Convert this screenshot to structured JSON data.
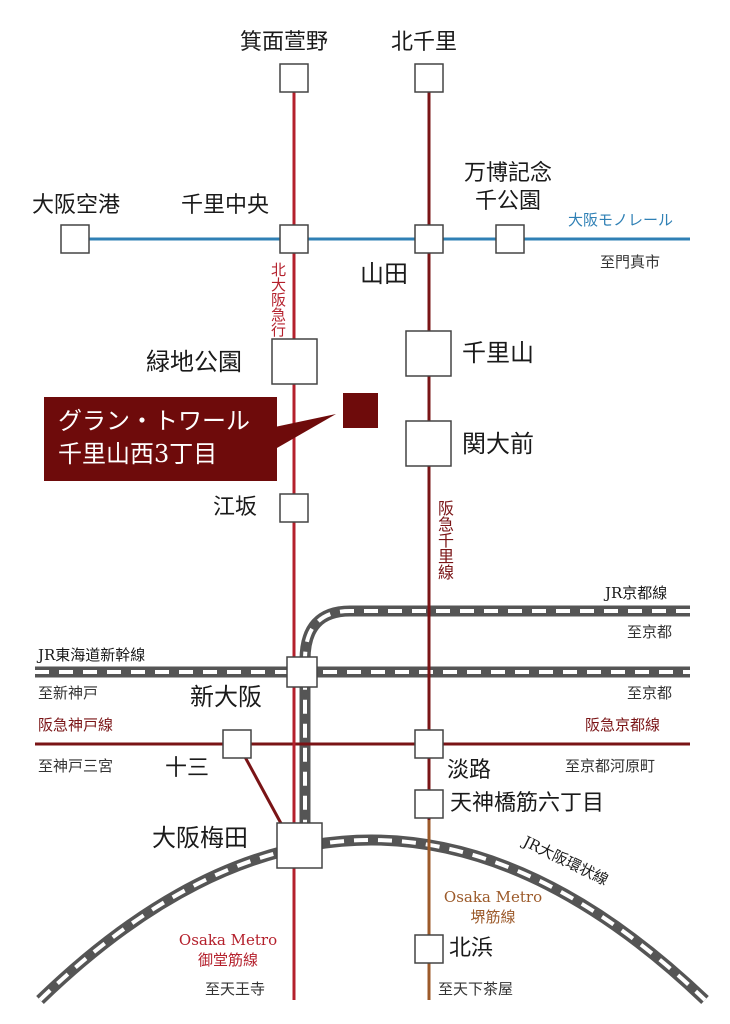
{
  "stations": {
    "minoh_kayano": "箕面萱野",
    "kita_senri": "北千里",
    "osaka_airport": "大阪空港",
    "senri_chuo": "千里中央",
    "banpaku_line1": "万博記念",
    "banpaku_line2": "千公園",
    "yamada": "山田",
    "ryokuchi_koen": "緑地公園",
    "senriyama": "千里山",
    "kandaimae": "関大前",
    "esaka": "江坂",
    "shin_osaka": "新大阪",
    "juso": "十三",
    "awaji": "淡路",
    "tenjinbashi": "天神橋筋六丁目",
    "osaka_umeda": "大阪梅田",
    "kitahama": "北浜"
  },
  "lines": {
    "monorail": "大阪モノレール",
    "kitakyu": "北大阪急行",
    "senri_line": "阪急千里線",
    "jr_kyoto": "JR京都線",
    "shinkansen": "JR東海道新幹線",
    "kobe_line": "阪急神戸線",
    "kyoto_line": "阪急京都線",
    "loop": "JR大阪環状線",
    "midosuji_1": "Osaka Metro",
    "midosuji_2": "御堂筋線",
    "sakaisuji_1": "Osaka Metro",
    "sakaisuji_2": "堺筋線"
  },
  "destinations": {
    "kadoma": "至門真市",
    "kyoto_jr": "至京都",
    "kyoto_shinkansen": "至京都",
    "shin_kobe": "至新神戸",
    "kobe_sannomiya": "至神戸三宮",
    "kyoto_kawaramachi": "至京都河原町",
    "tennoji": "至天王寺",
    "tenkachaya": "至天下茶屋"
  },
  "property": {
    "name_line1": "グラン・トワール",
    "name_line2": "千里山西3丁目"
  },
  "colors": {
    "hankyu_red": "#b4202c",
    "senri_maroon": "#7a1416",
    "monorail_blue": "#2f80b5",
    "jr_gray": "#555555",
    "sakaisuji_brown": "#9c5a2a",
    "property": "#6e0b0b",
    "station_fill": "#ffffff",
    "station_stroke": "#444444"
  }
}
